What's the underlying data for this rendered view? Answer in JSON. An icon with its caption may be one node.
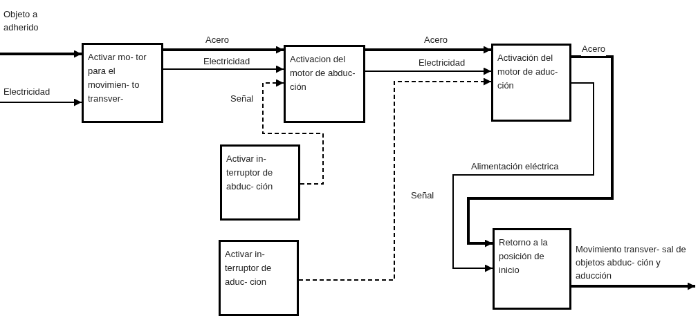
{
  "diagram": {
    "nodes": [
      {
        "text": [
          "Activar mo- tor para el movimien- to transver-"
        ]
      },
      {
        "text": [
          "Activacion del motor de abduc- ción"
        ]
      },
      {
        "text": [
          "Activación del motor de aduc- ción"
        ]
      },
      {
        "text": [
          "Activar in- terruptor de abduc- ción"
        ]
      },
      {
        "text": [
          "Activar in- terruptor de aduc- cion"
        ]
      },
      {
        "text": [
          "Retorno a la posición de inicio"
        ]
      }
    ],
    "edges": [
      {
        "from": null,
        "to": 0,
        "arrow": "to",
        "label": "Objeto a adherido",
        "style": "thick"
      },
      {
        "from": null,
        "to": 0,
        "arrow": "to",
        "label": "Electricidad"
      },
      {
        "from": 0,
        "to": 1,
        "arrow": "to",
        "label": "Acero",
        "style": "thick"
      },
      {
        "from": 0,
        "to": 1,
        "arrow": "to",
        "label": "Electricidad"
      },
      {
        "from": 3,
        "to": 1,
        "arrow": "to",
        "label": "Señal",
        "style": "dashed"
      },
      {
        "from": 1,
        "to": 2,
        "arrow": "to",
        "label": "Acero",
        "style": "thick"
      },
      {
        "from": 1,
        "to": 2,
        "arrow": "to",
        "label": "Electricidad"
      },
      {
        "from": 4,
        "to": 2,
        "arrow": "to",
        "label": "Señal",
        "style": "dashed"
      },
      {
        "from": 2,
        "to": 5,
        "arrow": "to",
        "label": "Acero",
        "style": "thick"
      },
      {
        "from": 2,
        "to": 5,
        "arrow": "to",
        "label": "Alimentación eléctrica"
      },
      {
        "from": 5,
        "to": null,
        "arrow": "to",
        "label": "Movimiento transver- sal de objetos abduc- ción y aducción",
        "style": "thick"
      }
    ]
  }
}
